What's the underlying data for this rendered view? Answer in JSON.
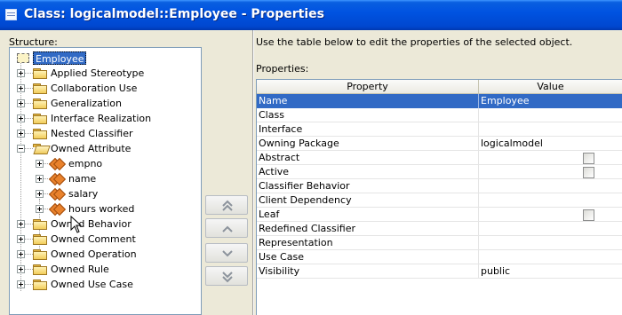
{
  "window": {
    "title": "Class: logicalmodel::Employee - Properties"
  },
  "structure": {
    "label": "Structure:",
    "root": "Employee",
    "items": [
      {
        "label": "Applied Stereotype"
      },
      {
        "label": "Collaboration Use"
      },
      {
        "label": "Generalization"
      },
      {
        "label": "Interface Realization"
      },
      {
        "label": "Nested Classifier"
      },
      {
        "label": "Owned Attribute",
        "expanded": true,
        "children": [
          "empno",
          "name",
          "salary",
          "hours worked"
        ]
      },
      {
        "label": "Owned Behavior"
      },
      {
        "label": "Owned Comment"
      },
      {
        "label": "Owned Operation"
      },
      {
        "label": "Owned Rule"
      },
      {
        "label": "Owned Use Case"
      }
    ]
  },
  "mover_buttons": [
    {
      "icon": "move-to-top-icon"
    },
    {
      "icon": "move-up-icon"
    },
    {
      "icon": "move-down-icon"
    },
    {
      "icon": "move-to-bottom-icon"
    }
  ],
  "properties": {
    "instructions": "Use the table below to edit the properties of the selected object.",
    "label": "Properties:",
    "headers": [
      "Property",
      "Value"
    ],
    "rows": [
      {
        "property": "Name",
        "value": "Employee",
        "selected": true
      },
      {
        "property": "Class",
        "value": ""
      },
      {
        "property": "Interface",
        "value": ""
      },
      {
        "property": "Owning Package",
        "value": "logicalmodel"
      },
      {
        "property": "Abstract",
        "value": "",
        "checkbox": false
      },
      {
        "property": "Active",
        "value": "",
        "checkbox": false
      },
      {
        "property": "Classifier Behavior",
        "value": ""
      },
      {
        "property": "Client Dependency",
        "value": ""
      },
      {
        "property": "Leaf",
        "value": "",
        "checkbox": false
      },
      {
        "property": "Redefined Classifier",
        "value": ""
      },
      {
        "property": "Representation",
        "value": ""
      },
      {
        "property": "Use Case",
        "value": ""
      },
      {
        "property": "Visibility",
        "value": "public"
      }
    ]
  },
  "colors": {
    "selection": "#316ac5",
    "titlebar": "#0053e1",
    "dialog_bg": "#ece9d8"
  }
}
